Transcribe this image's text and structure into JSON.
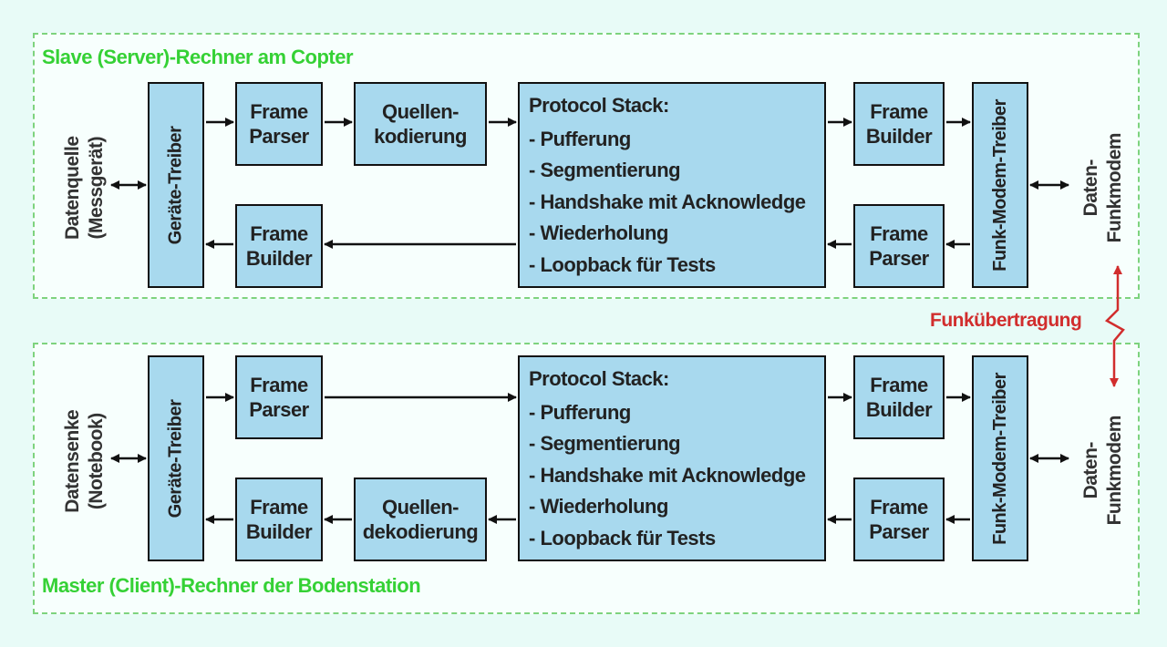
{
  "slave": {
    "title": "Slave (Server)-Rechner am Copter",
    "source_label": [
      "Datenquelle",
      "(Messgerät)"
    ],
    "device_driver": "Geräte-Treiber",
    "frame_parser": [
      "Frame",
      "Parser"
    ],
    "source_coding": [
      "Quellen-",
      "kodierung"
    ],
    "frame_builder_back": [
      "Frame",
      "Builder"
    ],
    "protocol_stack": {
      "title": "Protocol Stack:",
      "items": [
        "- Pufferung",
        "- Segmentierung",
        "- Handshake mit Acknowledge",
        "- Wiederholung",
        "- Loopback für Tests"
      ]
    },
    "radio_frame_builder": [
      "Frame",
      "Builder"
    ],
    "radio_frame_parser": [
      "Frame",
      "Parser"
    ],
    "radio_modem_driver": "Funk-Modem-Treiber",
    "modem_label": [
      "Daten-",
      "Funkmodem"
    ]
  },
  "master": {
    "title": "Master (Client)-Rechner der Bodenstation",
    "sink_label": [
      "Datensenke",
      "(Notebook)"
    ],
    "device_driver": "Geräte-Treiber",
    "frame_parser": [
      "Frame",
      "Parser"
    ],
    "frame_builder_back": [
      "Frame",
      "Builder"
    ],
    "source_decoding": [
      "Quellen-",
      "dekodierung"
    ],
    "protocol_stack": {
      "title": "Protocol Stack:",
      "items": [
        "- Pufferung",
        "- Segmentierung",
        "- Handshake mit Acknowledge",
        "- Wiederholung",
        "- Loopback für Tests"
      ]
    },
    "radio_frame_builder": [
      "Frame",
      "Builder"
    ],
    "radio_frame_parser": [
      "Frame",
      "Parser"
    ],
    "radio_modem_driver": "Funk-Modem-Treiber",
    "modem_label": [
      "Daten-",
      "Funkmodem"
    ]
  },
  "radio_transmission": "Funkübertragung",
  "colors": {
    "box_fill": "#a8d9ee",
    "panel_border": "#7ed37e",
    "panel_title": "#35d135",
    "radio_link": "#d12d2d"
  }
}
